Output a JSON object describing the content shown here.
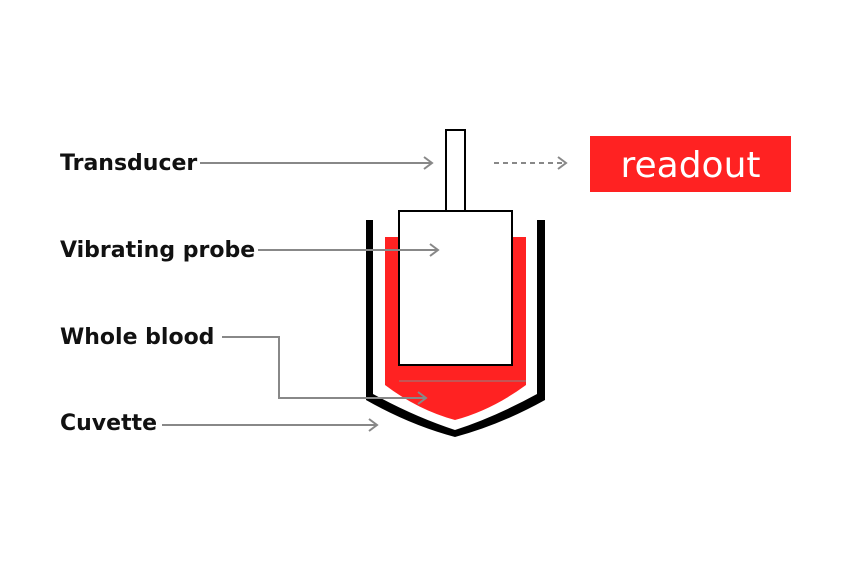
{
  "labels": {
    "transducer": "Transducer",
    "probe": "Vibrating probe",
    "blood": "Whole blood",
    "cuvette": "Cuvette"
  },
  "readout": {
    "text": "readout"
  },
  "colors": {
    "blood": "#ff2222",
    "outline": "#000000",
    "leader": "#888888",
    "readout_bg": "#ff2222",
    "readout_text": "#ffffff"
  }
}
